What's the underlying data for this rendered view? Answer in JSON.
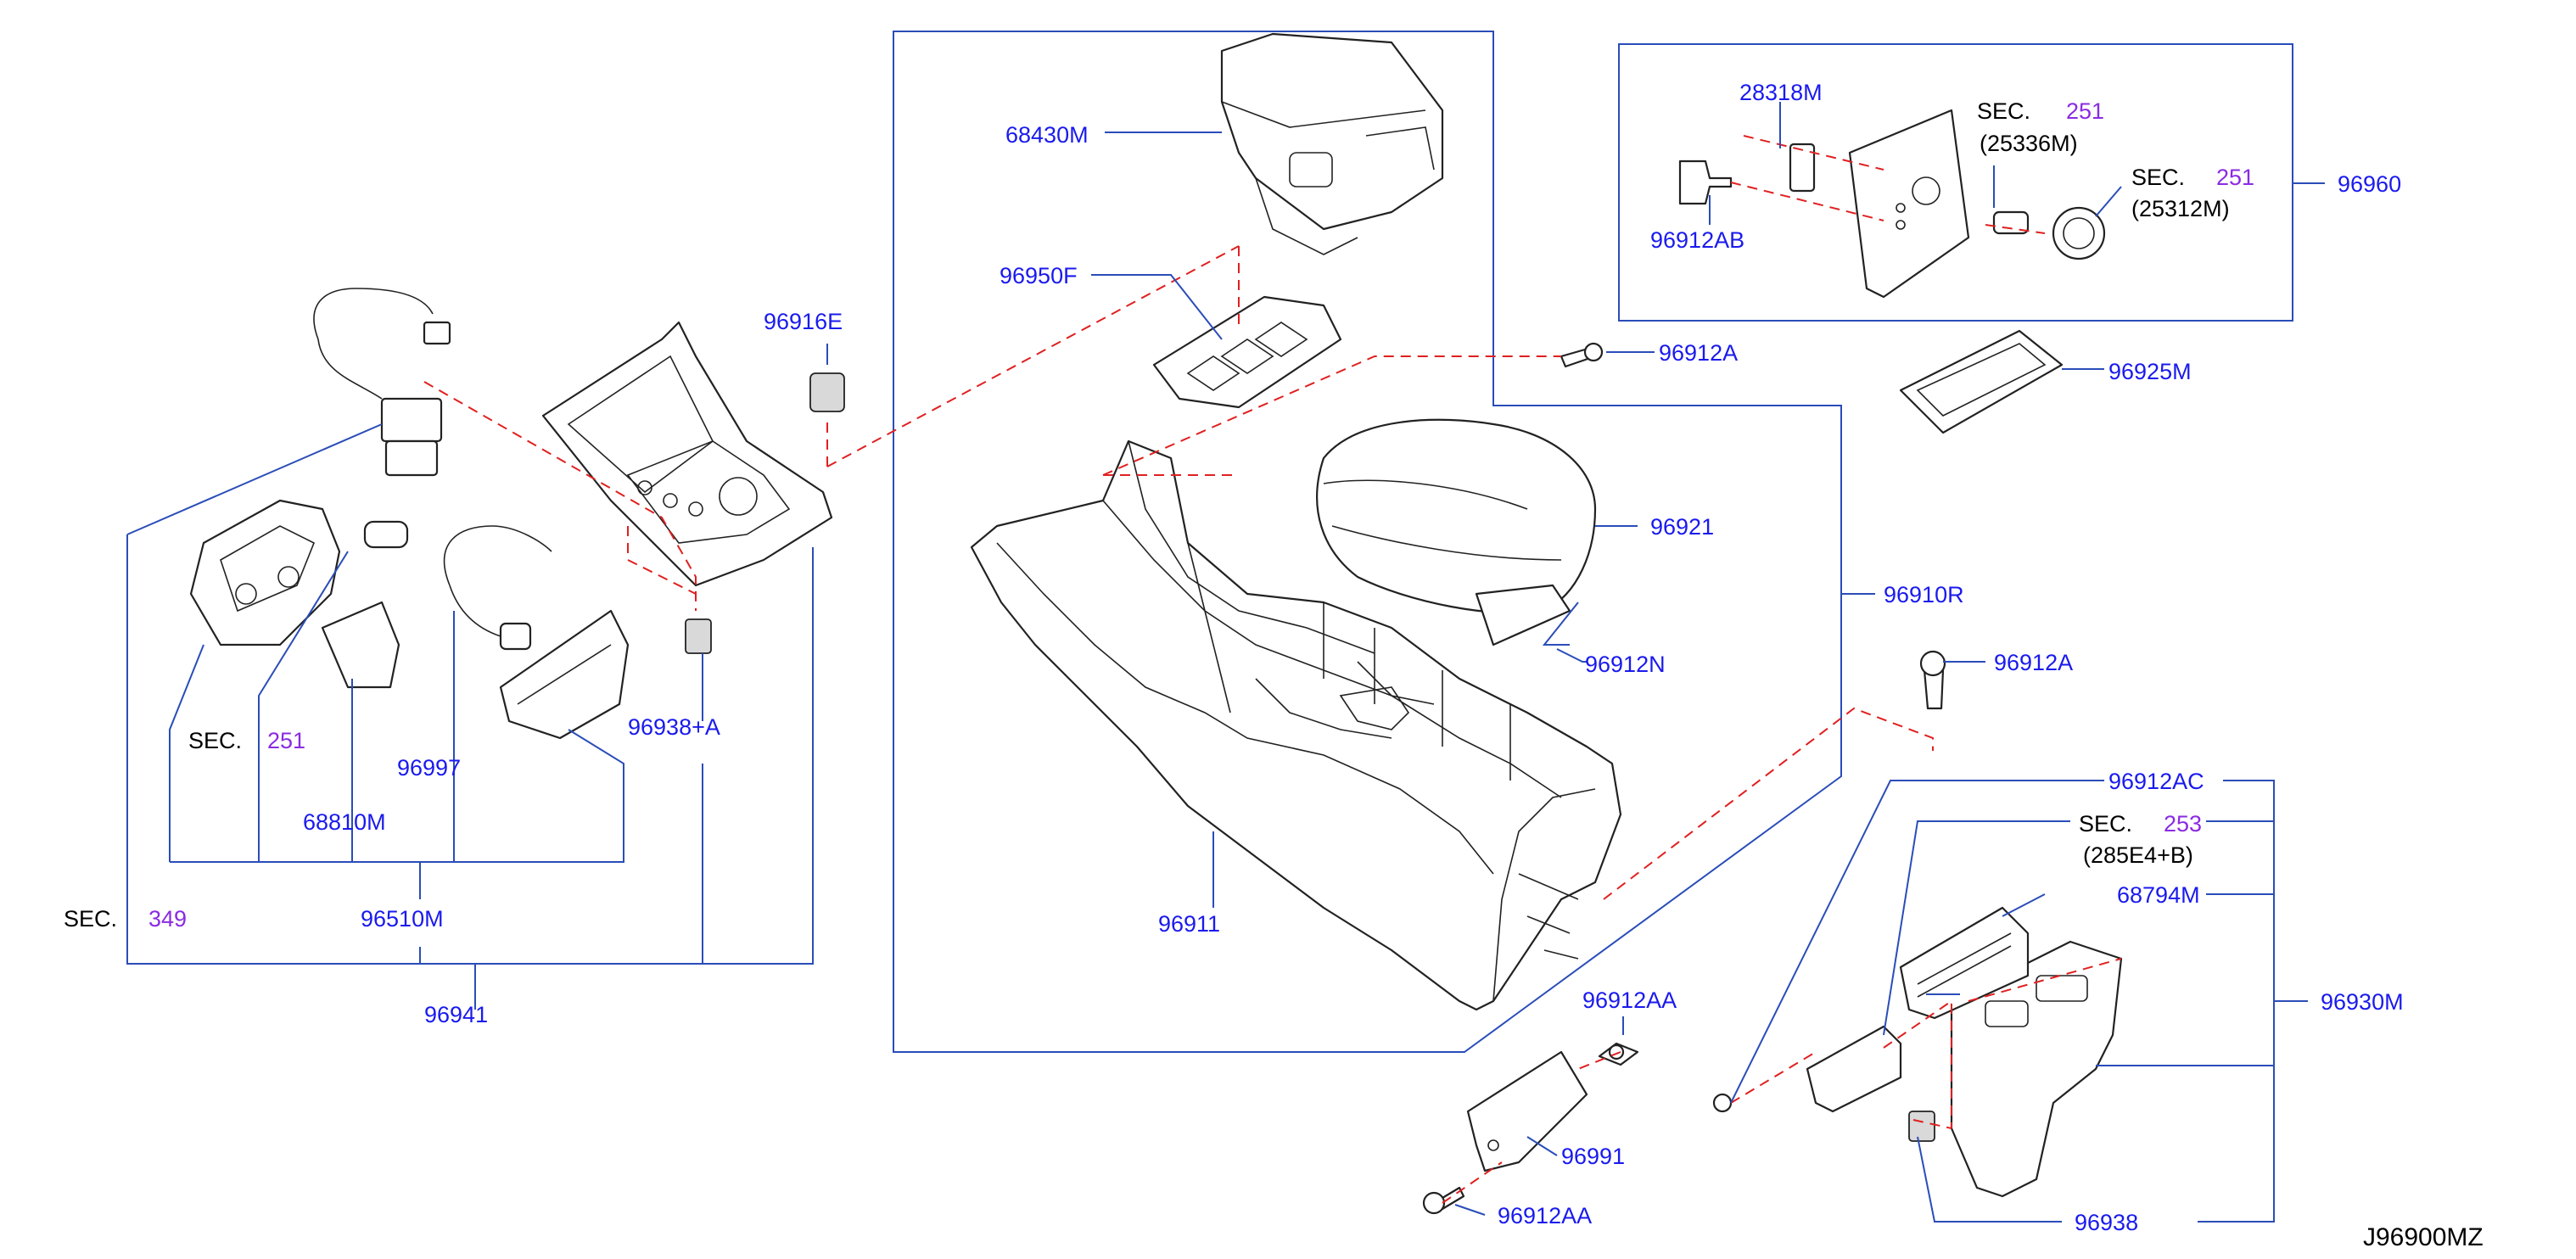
{
  "diagram_code": "J96900MZ",
  "section_prefix": "SEC.",
  "sections": {
    "sec251_a": {
      "num": "251",
      "ref": "(25336M)"
    },
    "sec251_b": {
      "num": "251",
      "ref": "(25312M)"
    },
    "sec251_left": {
      "num": "251"
    },
    "sec349": {
      "num": "349"
    },
    "sec253": {
      "num": "253",
      "ref": "(285E4+B)"
    }
  },
  "parts": {
    "p68430M": "68430M",
    "p96950F": "96950F",
    "p96916E": "96916E",
    "p28318M": "28318M",
    "p96912AB": "96912AB",
    "p96960": "96960",
    "p96912A_1": "96912A",
    "p96925M": "96925M",
    "p96921": "96921",
    "p96910R": "96910R",
    "p96912N": "96912N",
    "p96912A_2": "96912A",
    "p96938A": "96938+A",
    "p96997": "96997",
    "p68810M": "68810M",
    "p96510M": "96510M",
    "p96941": "96941",
    "p96911": "96911",
    "p96912AC": "96912AC",
    "p68794M": "68794M",
    "p96930M": "96930M",
    "p96912AA_1": "96912AA",
    "p96991": "96991",
    "p96912AA_2": "96912AA",
    "p96938": "96938"
  }
}
